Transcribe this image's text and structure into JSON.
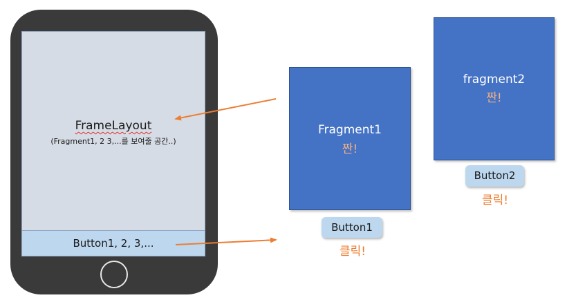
{
  "phone": {
    "frame_layout_title": "FrameLayout",
    "frame_layout_subtitle": "(Fragment1, 2 3,...를 보여줄 공간..)",
    "button_bar_label": "Button1, 2, 3,..."
  },
  "fragment1": {
    "title": "Fragment1",
    "pop_text": "짠!",
    "button_label": "Button1",
    "click_text": "클릭!"
  },
  "fragment2": {
    "title": "fragment2",
    "pop_text": "짠!",
    "button_label": "Button2",
    "click_text": "클릭!"
  },
  "colors": {
    "fragment_fill": "#4472c4",
    "button_fill": "#bdd7ee",
    "arrow": "#ed7d31",
    "phone_body": "#3a3a3a"
  }
}
